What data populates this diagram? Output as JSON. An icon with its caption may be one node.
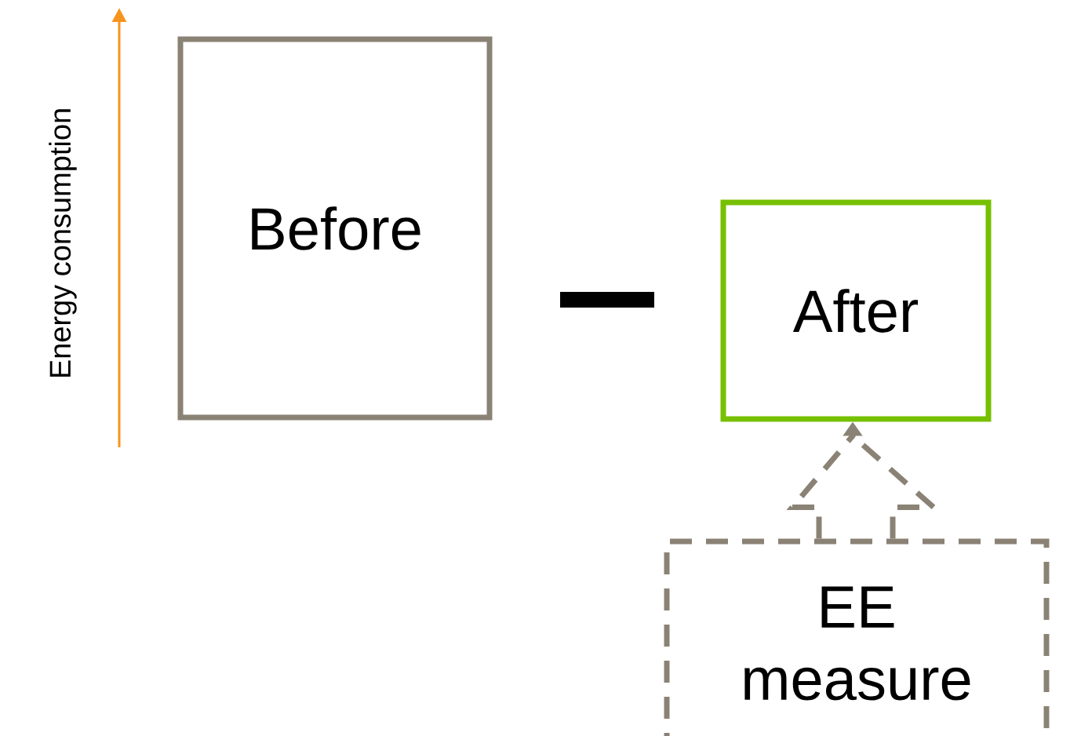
{
  "diagram": {
    "nodes": [
      {
        "text": [
          "Before"
        ]
      },
      {
        "text": [
          "After"
        ]
      },
      {
        "text": [
          "EE measure"
        ]
      }
    ],
    "edges": [
      {
        "from": 2,
        "to": 1,
        "arrow": "to",
        "style": "dashed"
      }
    ],
    "labels": [
      "Energy consumption"
    ]
  }
}
